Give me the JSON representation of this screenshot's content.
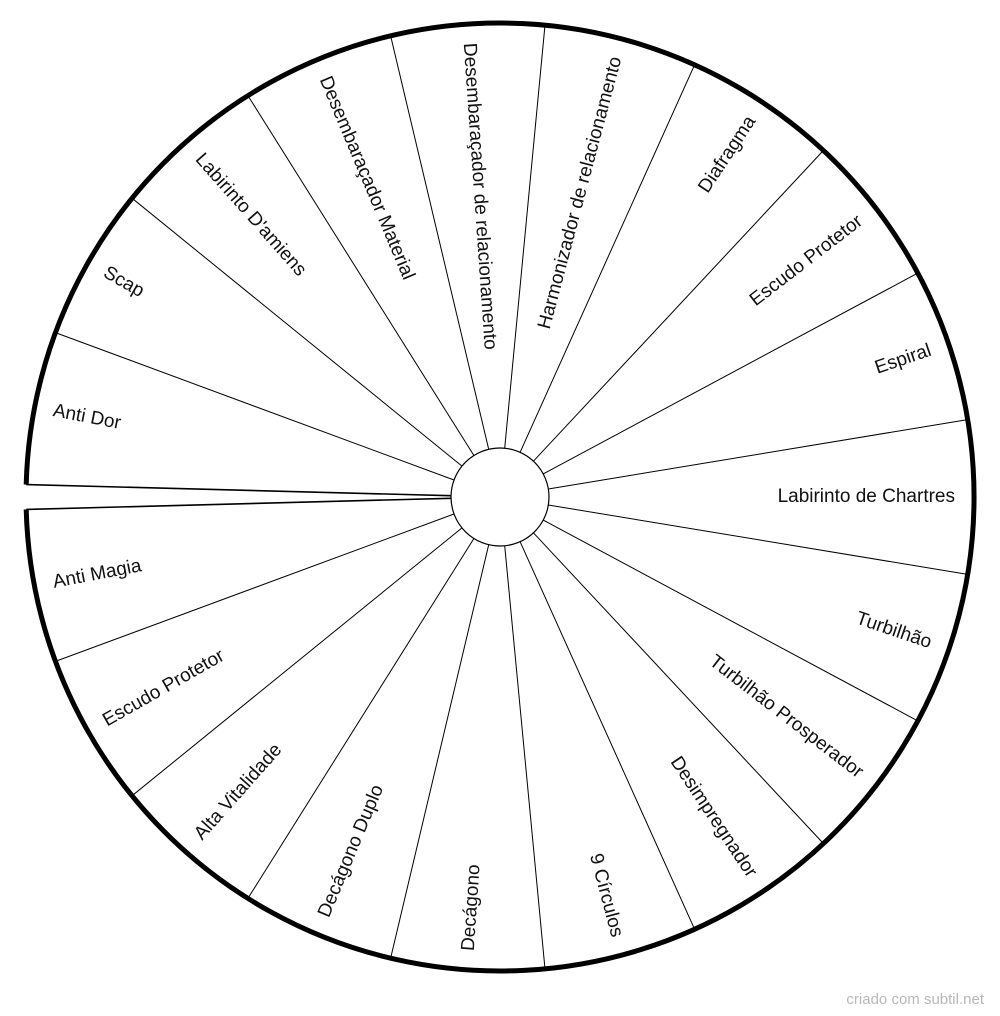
{
  "wheel": {
    "sectors": [
      {
        "label": "Anti Dor"
      },
      {
        "label": "Scap"
      },
      {
        "label": "Labirinto D'amiens"
      },
      {
        "label": "Desembaraçador Material"
      },
      {
        "label": "Desembaraçador de relacionamento"
      },
      {
        "label": "Harmonizador de relacionamento"
      },
      {
        "label": "Diafragma"
      },
      {
        "label": "Escudo Protetor"
      },
      {
        "label": "Espiral"
      },
      {
        "label": "Labirinto de Chartres"
      },
      {
        "label": "Turbilhão"
      },
      {
        "label": "Turbilhão Prosperador"
      },
      {
        "label": "Desimpregnador"
      },
      {
        "label": "9 Círculos"
      },
      {
        "label": "Decágono"
      },
      {
        "label": "Decágono Duplo"
      },
      {
        "label": "Alta Vitalidade"
      },
      {
        "label": "Escudo Protetor"
      },
      {
        "label": "Anti Magia"
      }
    ]
  },
  "footer": {
    "credit": "criado com subtil.net"
  },
  "colors": {
    "line": "#000000",
    "background": "#ffffff",
    "credit": "#b8b8b8"
  }
}
